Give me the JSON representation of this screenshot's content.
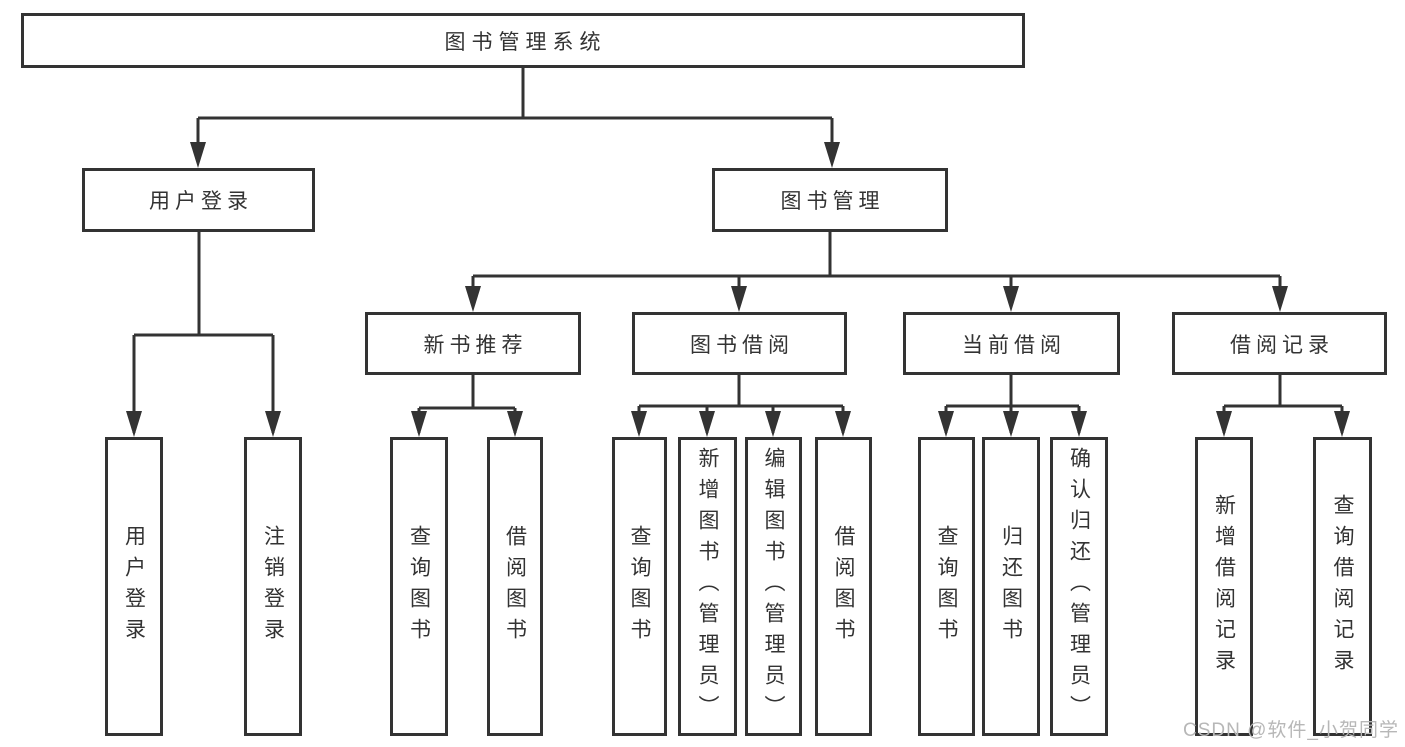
{
  "colors": {
    "line": "#333333",
    "text": "#333333",
    "box_background": "#ffffff",
    "watermark": "#b7b7b7"
  },
  "root": {
    "label": "图书管理系统"
  },
  "branches": {
    "user_login": {
      "label": "用户登录",
      "children": [
        {
          "label": "用户登录"
        },
        {
          "label": "注销登录"
        }
      ]
    },
    "book_mgmt": {
      "label": "图书管理",
      "sections": [
        {
          "label": "新书推荐",
          "children": [
            {
              "label": "查询图书"
            },
            {
              "label": "借阅图书"
            }
          ]
        },
        {
          "label": "图书借阅",
          "children": [
            {
              "label": "查询图书"
            },
            {
              "label": "新增图书（管理员）"
            },
            {
              "label": "编辑图书（管理员）"
            },
            {
              "label": "借阅图书"
            }
          ]
        },
        {
          "label": "当前借阅",
          "children": [
            {
              "label": "查询图书"
            },
            {
              "label": "归还图书"
            },
            {
              "label": "确认归还（管理员）"
            }
          ]
        },
        {
          "label": "借阅记录",
          "children": [
            {
              "label": "新增借阅记录"
            },
            {
              "label": "查询借阅记录"
            }
          ]
        }
      ]
    }
  },
  "watermark": {
    "text": "CSDN @软件_小贺同学"
  }
}
